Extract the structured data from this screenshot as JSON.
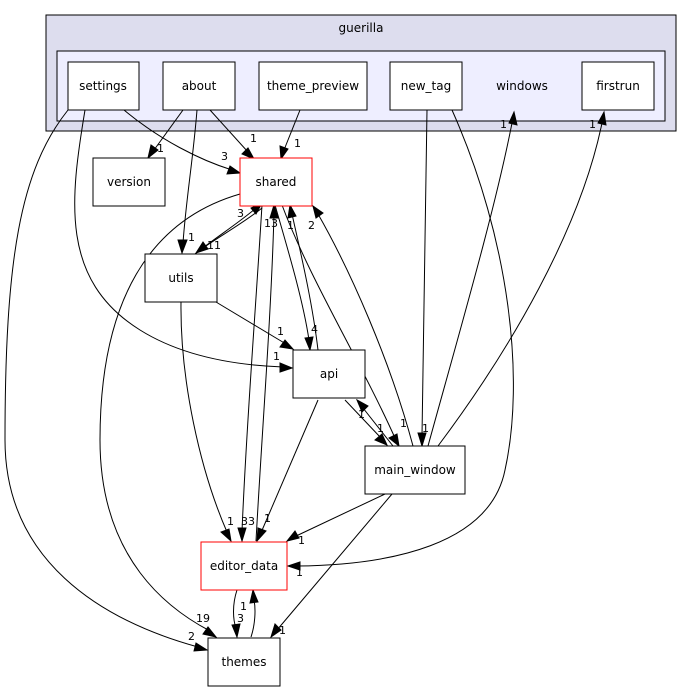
{
  "diagram": {
    "outer_cluster": {
      "label": "guerilla",
      "fill": "#ddddee"
    },
    "inner_cluster": {
      "label": "windows",
      "fill": "#eeeeff"
    },
    "nodes": {
      "settings": "settings",
      "about": "about",
      "theme_preview": "theme_preview",
      "new_tag": "new_tag",
      "firstrun": "firstrun",
      "version": "version",
      "shared": "shared",
      "utils": "utils",
      "api": "api",
      "main_window": "main_window",
      "editor_data": "editor_data",
      "themes": "themes"
    },
    "highlight_color": "#ff0000",
    "edge_labels": {
      "about_version": "1",
      "settings_shared": "3",
      "about_shared": "1",
      "theme_preview_shared": "1",
      "utils_shared_a": "3",
      "utils_shared_b": "11",
      "about_utils": "1",
      "editor_shared": "13",
      "api_shared": "1",
      "main_shared": "2",
      "shared_api": "4",
      "utils_api": "1",
      "settings_api": "1",
      "api_main": "1",
      "main_api": "1",
      "shared_main": "1",
      "new_tag_main": "1",
      "main_windows": "1",
      "main_firstrun": "1",
      "utils_editor": "1",
      "shared_editor": "33",
      "api_editor": "1",
      "main_editor": "1",
      "new_tag_editor": "1",
      "editor_themes": "3",
      "themes_editor": "1",
      "shared_themes": "19",
      "settings_themes": "2",
      "main_themes": "1"
    }
  }
}
